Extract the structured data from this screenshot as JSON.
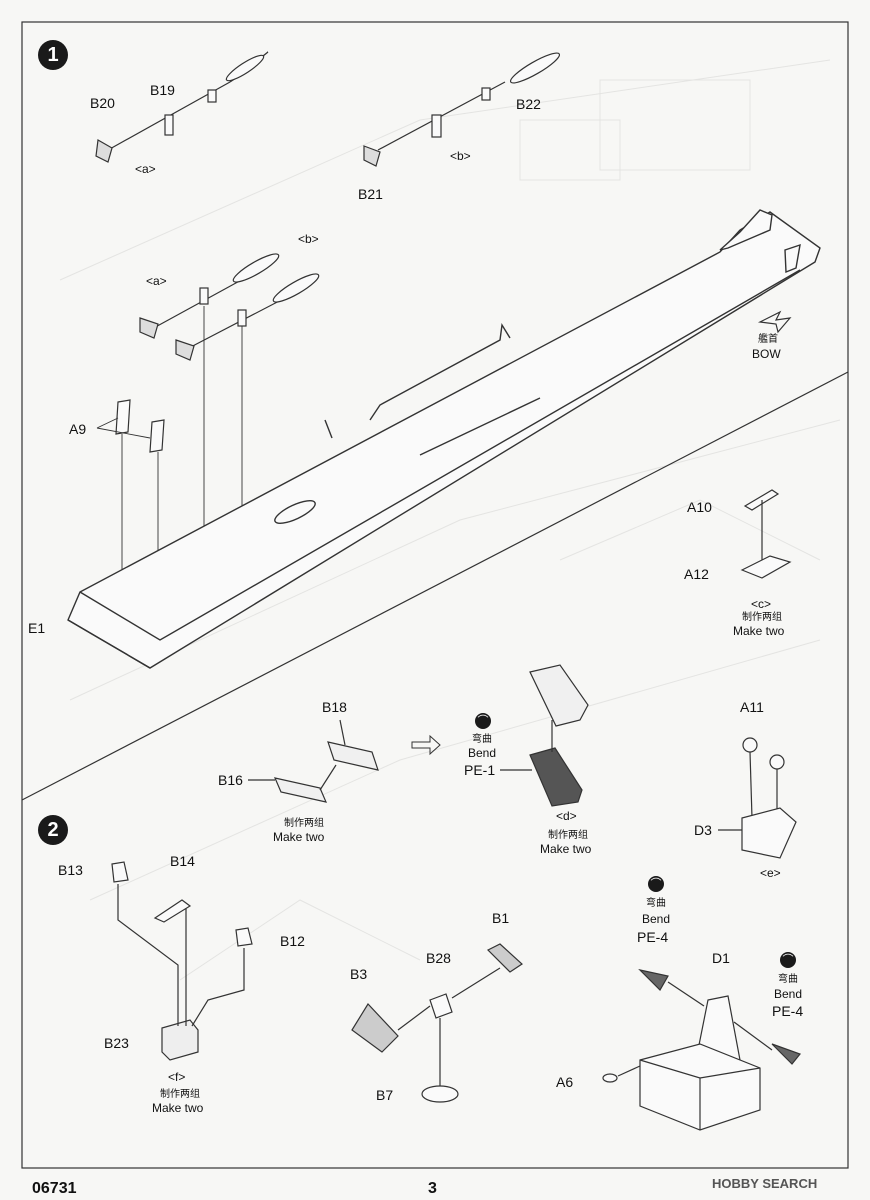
{
  "steps": {
    "step1": "1",
    "step2": "2"
  },
  "step1": {
    "parts": {
      "B20": "B20",
      "B19": "B19",
      "B22": "B22",
      "B21": "B21",
      "A9": "A9",
      "E1": "E1",
      "A10": "A10",
      "A12": "A12"
    },
    "subs": {
      "a1": "<a>",
      "b1": "<b>",
      "a2": "<a>",
      "b2": "<b>",
      "c": "<c>"
    },
    "bow_cn": "艦首",
    "bow_en": "BOW",
    "make_two_cn": "制作两组",
    "make_two_en": "Make two"
  },
  "step2": {
    "parts": {
      "B18": "B18",
      "B16": "B16",
      "PE1": "PE-1",
      "A11": "A11",
      "D3": "D3",
      "B13": "B13",
      "B14": "B14",
      "B12": "B12",
      "B23": "B23",
      "B1": "B1",
      "B28": "B28",
      "B3": "B3",
      "B7": "B7",
      "PE4a": "PE-4",
      "PE4b": "PE-4",
      "D1": "D1",
      "A6": "A6"
    },
    "subs": {
      "d": "<d>",
      "e": "<e>",
      "f": "<f>"
    },
    "bend_cn": "弯曲",
    "bend_en": "Bend",
    "make_two_cn": "制作两组",
    "make_two_en": "Make two"
  },
  "footer": {
    "kit_number": "06731",
    "page_number": "3",
    "watermark": "HOBBY SEARCH"
  }
}
